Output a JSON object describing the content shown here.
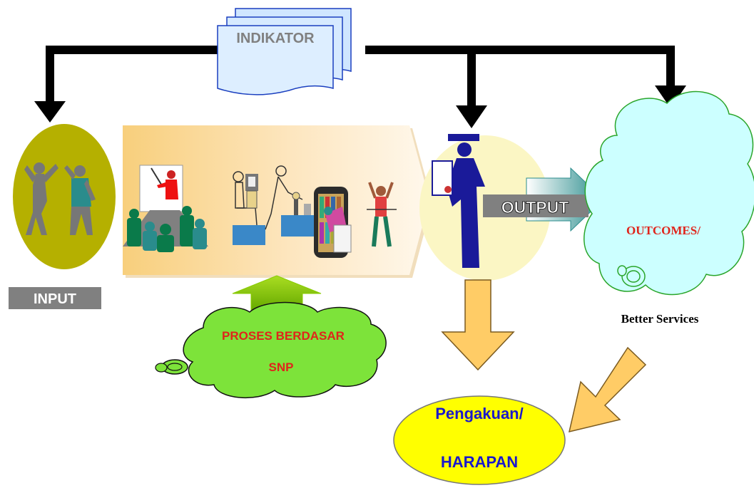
{
  "indikator": {
    "label": "INDIKATOR"
  },
  "input": {
    "label": "INPUT"
  },
  "proses": {
    "line1": "PROSES BERDASAR",
    "line2": "SNP"
  },
  "output": {
    "label": "OUTPUT"
  },
  "outcomes": {
    "label": "OUTCOMES/",
    "caption": "Better Services"
  },
  "harapan": {
    "line1": "Pengakuan/",
    "line2": "HARAPAN"
  },
  "colors": {
    "arrow_black": "#000000",
    "input_circle": "#b5b000",
    "input_box": "#808080",
    "output_circle": "#fbf6c4",
    "output_box": "#808080",
    "cloud_cyan": "#ccffff",
    "cloud_green": "#7de33a",
    "ellipse_yellow": "#ffff00",
    "orange_arrow": "#ffcc66",
    "green_arrow": "#88cc00",
    "outcomes_text": "#e0241b",
    "proses_text": "#e0241b",
    "harapan_text": "#1a18cc",
    "doc_fill": "#d8ecff",
    "process_band": "#fbd89a"
  },
  "icons": [
    "dancing-people-icon",
    "teacher-presenting-icon",
    "computer-worker-icon",
    "lab-worker-icon",
    "library-reader-icon",
    "runner-finish-icon",
    "graduate-icon"
  ]
}
